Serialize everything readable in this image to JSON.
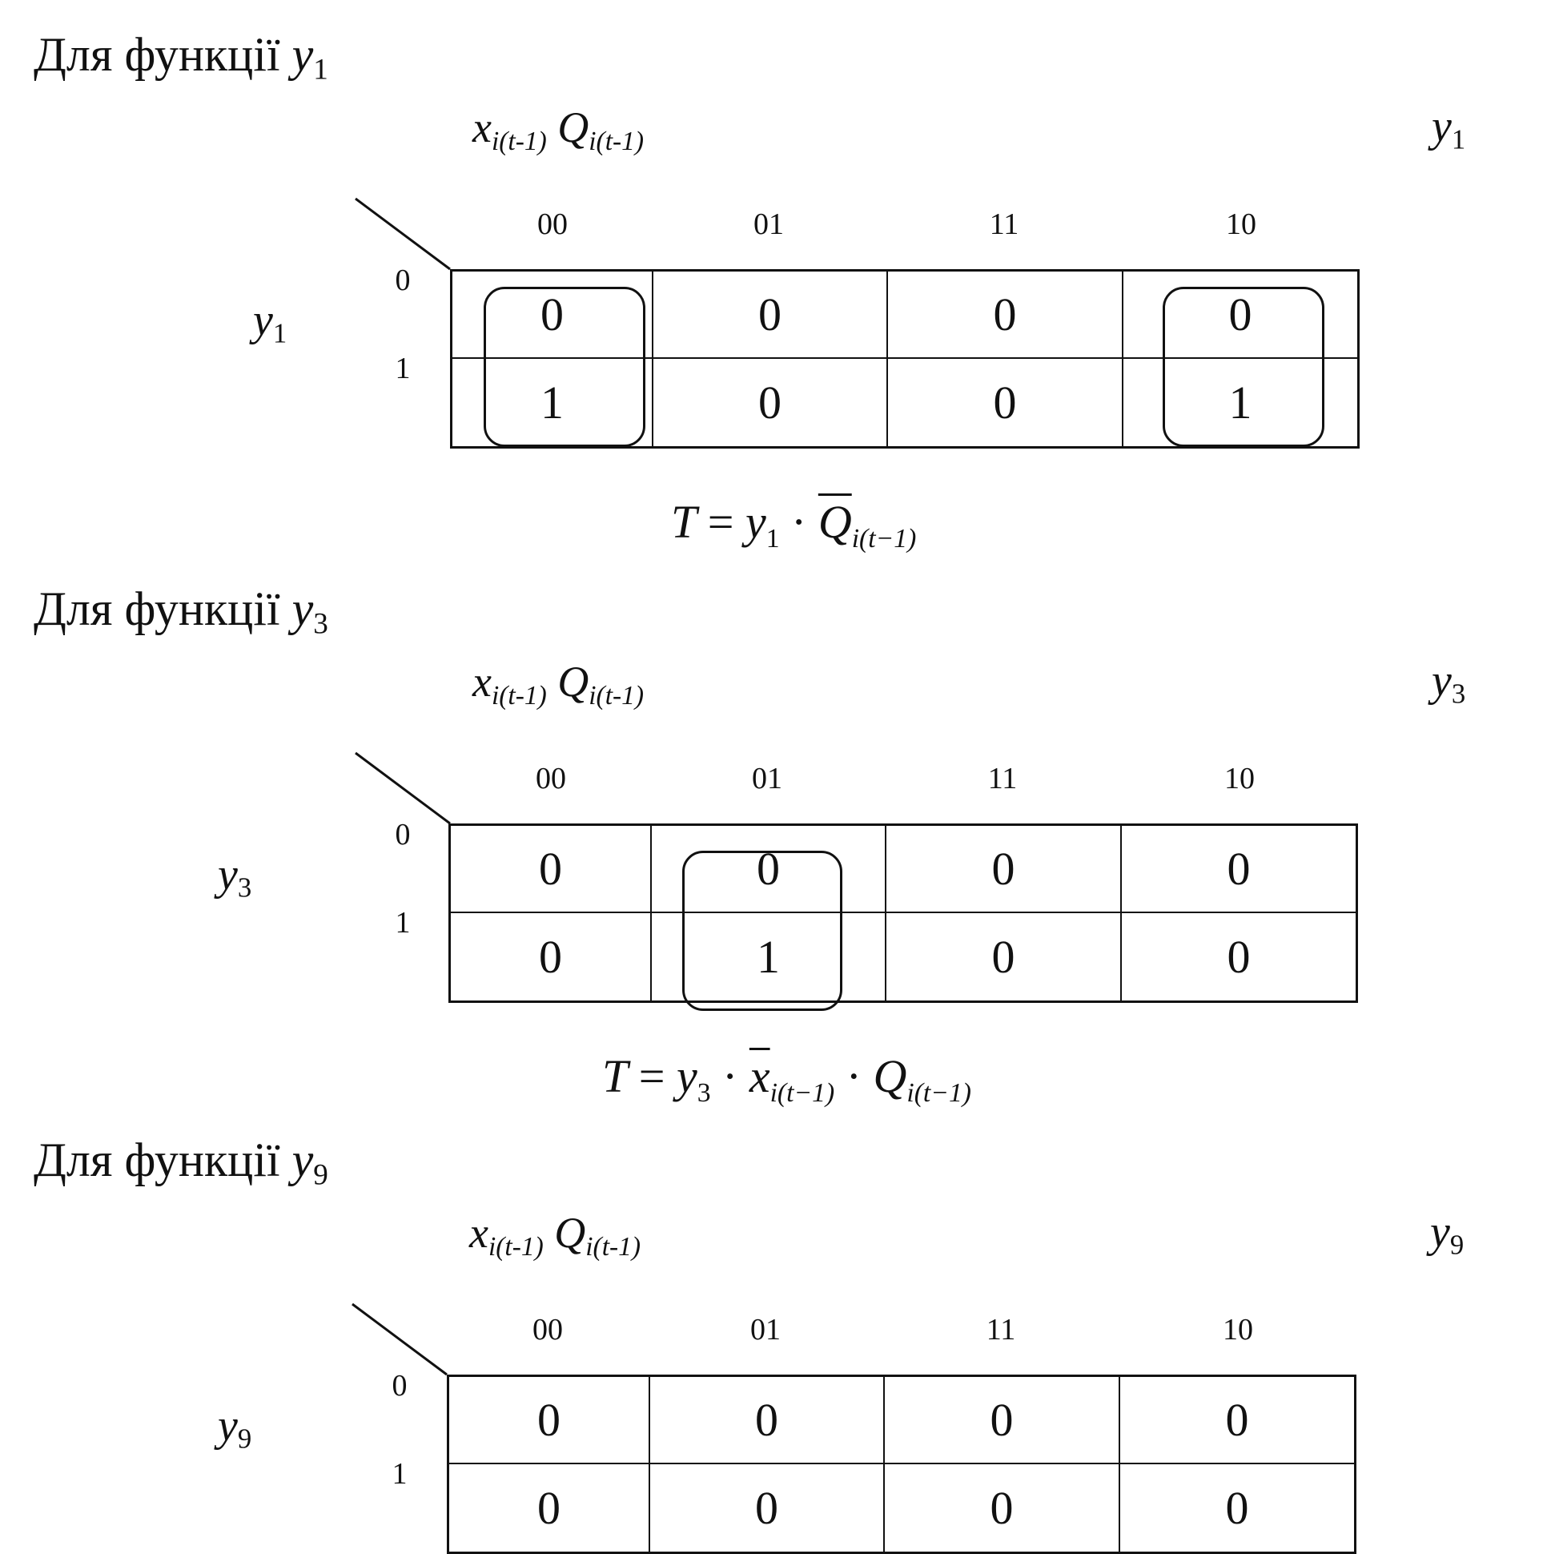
{
  "maps": [
    {
      "heading": "Для функції",
      "fn": "y",
      "fn_sub": "1",
      "col_vars": {
        "x": "x",
        "x_sub": "i(t-1)",
        "q": "Q",
        "q_sub": "i(t-1)"
      },
      "corner_label": "y",
      "corner_sub": "1",
      "row_var": "y",
      "row_sub": "1",
      "col_headers": [
        "00",
        "01",
        "11",
        "10"
      ],
      "row_headers": [
        "0",
        "1"
      ],
      "cells": [
        [
          "0",
          "0",
          "0",
          "0"
        ],
        [
          "1",
          "0",
          "0",
          "1"
        ]
      ],
      "loops": [
        {
          "row": 1,
          "col": 0
        },
        {
          "row": 1,
          "col": 3
        }
      ],
      "formula": {
        "lhs": "T",
        "eq": "=",
        "y": "y",
        "y_sub": "1",
        "dot": "·",
        "q": "Q",
        "q_sub": "i(t−1)"
      }
    },
    {
      "heading": "Для функції",
      "fn": "y",
      "fn_sub": "3",
      "col_vars": {
        "x": "x",
        "x_sub": "i(t-1)",
        "q": "Q",
        "q_sub": "i(t-1)"
      },
      "corner_label": "y",
      "corner_sub": "3",
      "row_var": "y",
      "row_sub": "3",
      "col_headers": [
        "00",
        "01",
        "11",
        "10"
      ],
      "row_headers": [
        "0",
        "1"
      ],
      "cells": [
        [
          "0",
          "0",
          "0",
          "0"
        ],
        [
          "0",
          "1",
          "0",
          "0"
        ]
      ],
      "loops": [
        {
          "row": 1,
          "col": 1
        }
      ],
      "formula": {
        "lhs": "T",
        "eq": "=",
        "y": "y",
        "y_sub": "3",
        "dot": "·",
        "x": "x",
        "x_sub": "i(t−1)",
        "dot2": "·",
        "q": "Q",
        "q_sub": "i(t−1)"
      }
    },
    {
      "heading": "Для функції",
      "fn": "y",
      "fn_sub": "9",
      "col_vars": {
        "x": "x",
        "x_sub": "i(t-1)",
        "q": "Q",
        "q_sub": "i(t-1)"
      },
      "corner_label": "y",
      "corner_sub": "9",
      "row_var": "y",
      "row_sub": "9",
      "col_headers": [
        "00",
        "01",
        "11",
        "10"
      ],
      "row_headers": [
        "0",
        "1"
      ],
      "cells": [
        [
          "0",
          "0",
          "0",
          "0"
        ],
        [
          "0",
          "0",
          "0",
          "0"
        ]
      ],
      "loops": []
    }
  ]
}
